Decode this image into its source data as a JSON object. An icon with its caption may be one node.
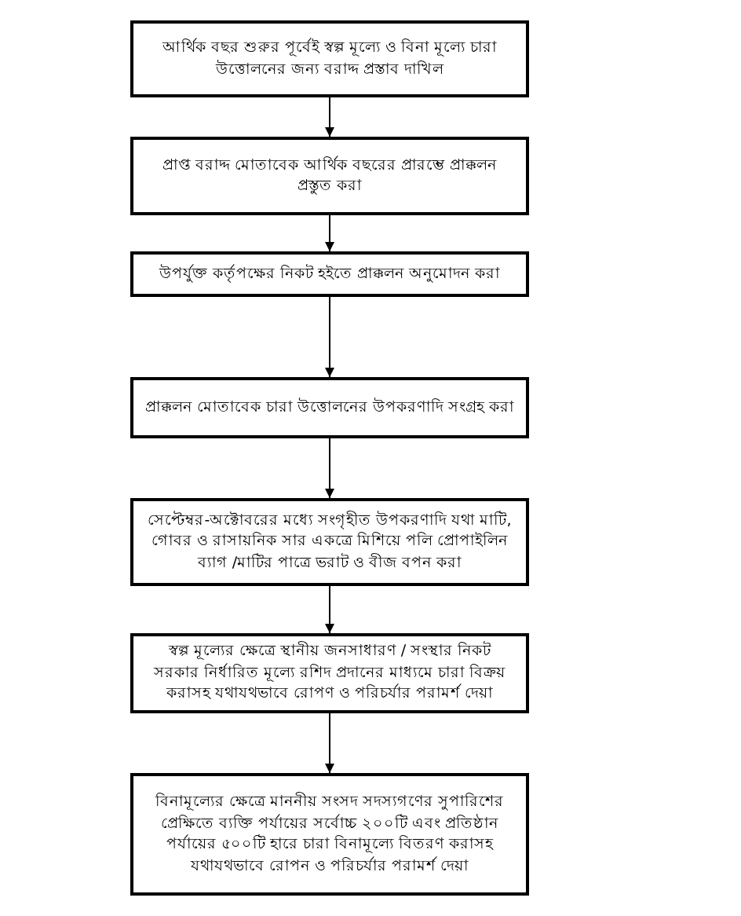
{
  "diagram": {
    "nodes": [
      {
        "text": [
          "আর্থিক বছর শুরুর পূর্বেই স্বল্প মূল্যে ও বিনা মূল্যে চারা উত্তোলনের জন্য বরাদ্দ প্রস্তাব দাখিল"
        ]
      },
      {
        "text": [
          "প্রাপ্ত বরাদ্দ মোতাবেক আর্থিক বছরের প্রারম্ভে প্রাক্কলন প্রস্তুত করা"
        ]
      },
      {
        "text": [
          "উপর্যুক্ত কর্তৃপক্ষের নিকট হইতে প্রাক্কলন অনুমোদন করা"
        ]
      },
      {
        "text": [
          "প্রাক্কলন মোতাবেক চারা উত্তোলনের উপকরণাদি সংগ্রহ করা"
        ]
      },
      {
        "text": [
          "সেপ্টেম্বর-অক্টোবরের মধ্যে সংগৃহীত উপকরণাদি যথা মাটি, গোবর ও রাসায়নিক সার একত্রে মিশিয়ে পলি প্রোপাইলিন ব্যাগ /মাটির পাত্রে ভরাট ও বীজ বপন করা"
        ]
      },
      {
        "text": [
          "স্বল্প মূল্যের ক্ষেত্রে স্থানীয় জনসাধারণ / সংস্থার নিকট সরকার নির্ধারিত মূল্যে রশিদ প্রদানের মাধ্যমে চারা বিক্রয় করাসহ যথাযথভাবে রোপণ ও পরিচর্যার পরামর্শ দেয়া"
        ]
      },
      {
        "text": [
          "বিনামূল্যের ক্ষেত্রে মাননীয় সংসদ সদস্যগণের সুপারিশের প্রেক্ষিতে ব্যক্তি পর্যায়ের সর্বোচ্চ ২০০টি এবং প্রতিষ্ঠান পর্যায়ের ৫০০টি হারে চারা বিনামূল্যে বিতরণ করাসহ যথাযথভাবে রোপন ও পরিচর্যার পরামর্শ দেয়া"
        ]
      }
    ],
    "edges": [
      {
        "from": 0,
        "to": 1,
        "arrow": "to"
      },
      {
        "from": 1,
        "to": 2,
        "arrow": "to"
      },
      {
        "from": 2,
        "to": 3,
        "arrow": "to"
      },
      {
        "from": 3,
        "to": 4,
        "arrow": "to"
      },
      {
        "from": 4,
        "to": 5,
        "arrow": "to"
      },
      {
        "from": 5,
        "to": 6,
        "arrow": "to"
      }
    ]
  }
}
